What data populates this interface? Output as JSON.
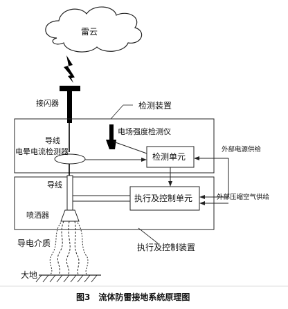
{
  "labels": {
    "thundercloud": "雷云",
    "air_terminal": "接闪器",
    "detection_device": "检测装置",
    "field_meter": "电场强度检测仪",
    "wire_upper": "导线",
    "halo_detector": "电晕电流检测器",
    "detection_unit": "检测单元",
    "external_power": "外部电源供给",
    "wire_lower": "导线",
    "exec_control_unit": "执行及控制单元",
    "external_air": "外部压缩空气供给",
    "sprayer": "喷洒器",
    "conductive_medium": "导电介质",
    "exec_control_device": "执行及控制装置",
    "ground": "大地"
  },
  "caption": "图3　流体防雷接地系统原理图"
}
